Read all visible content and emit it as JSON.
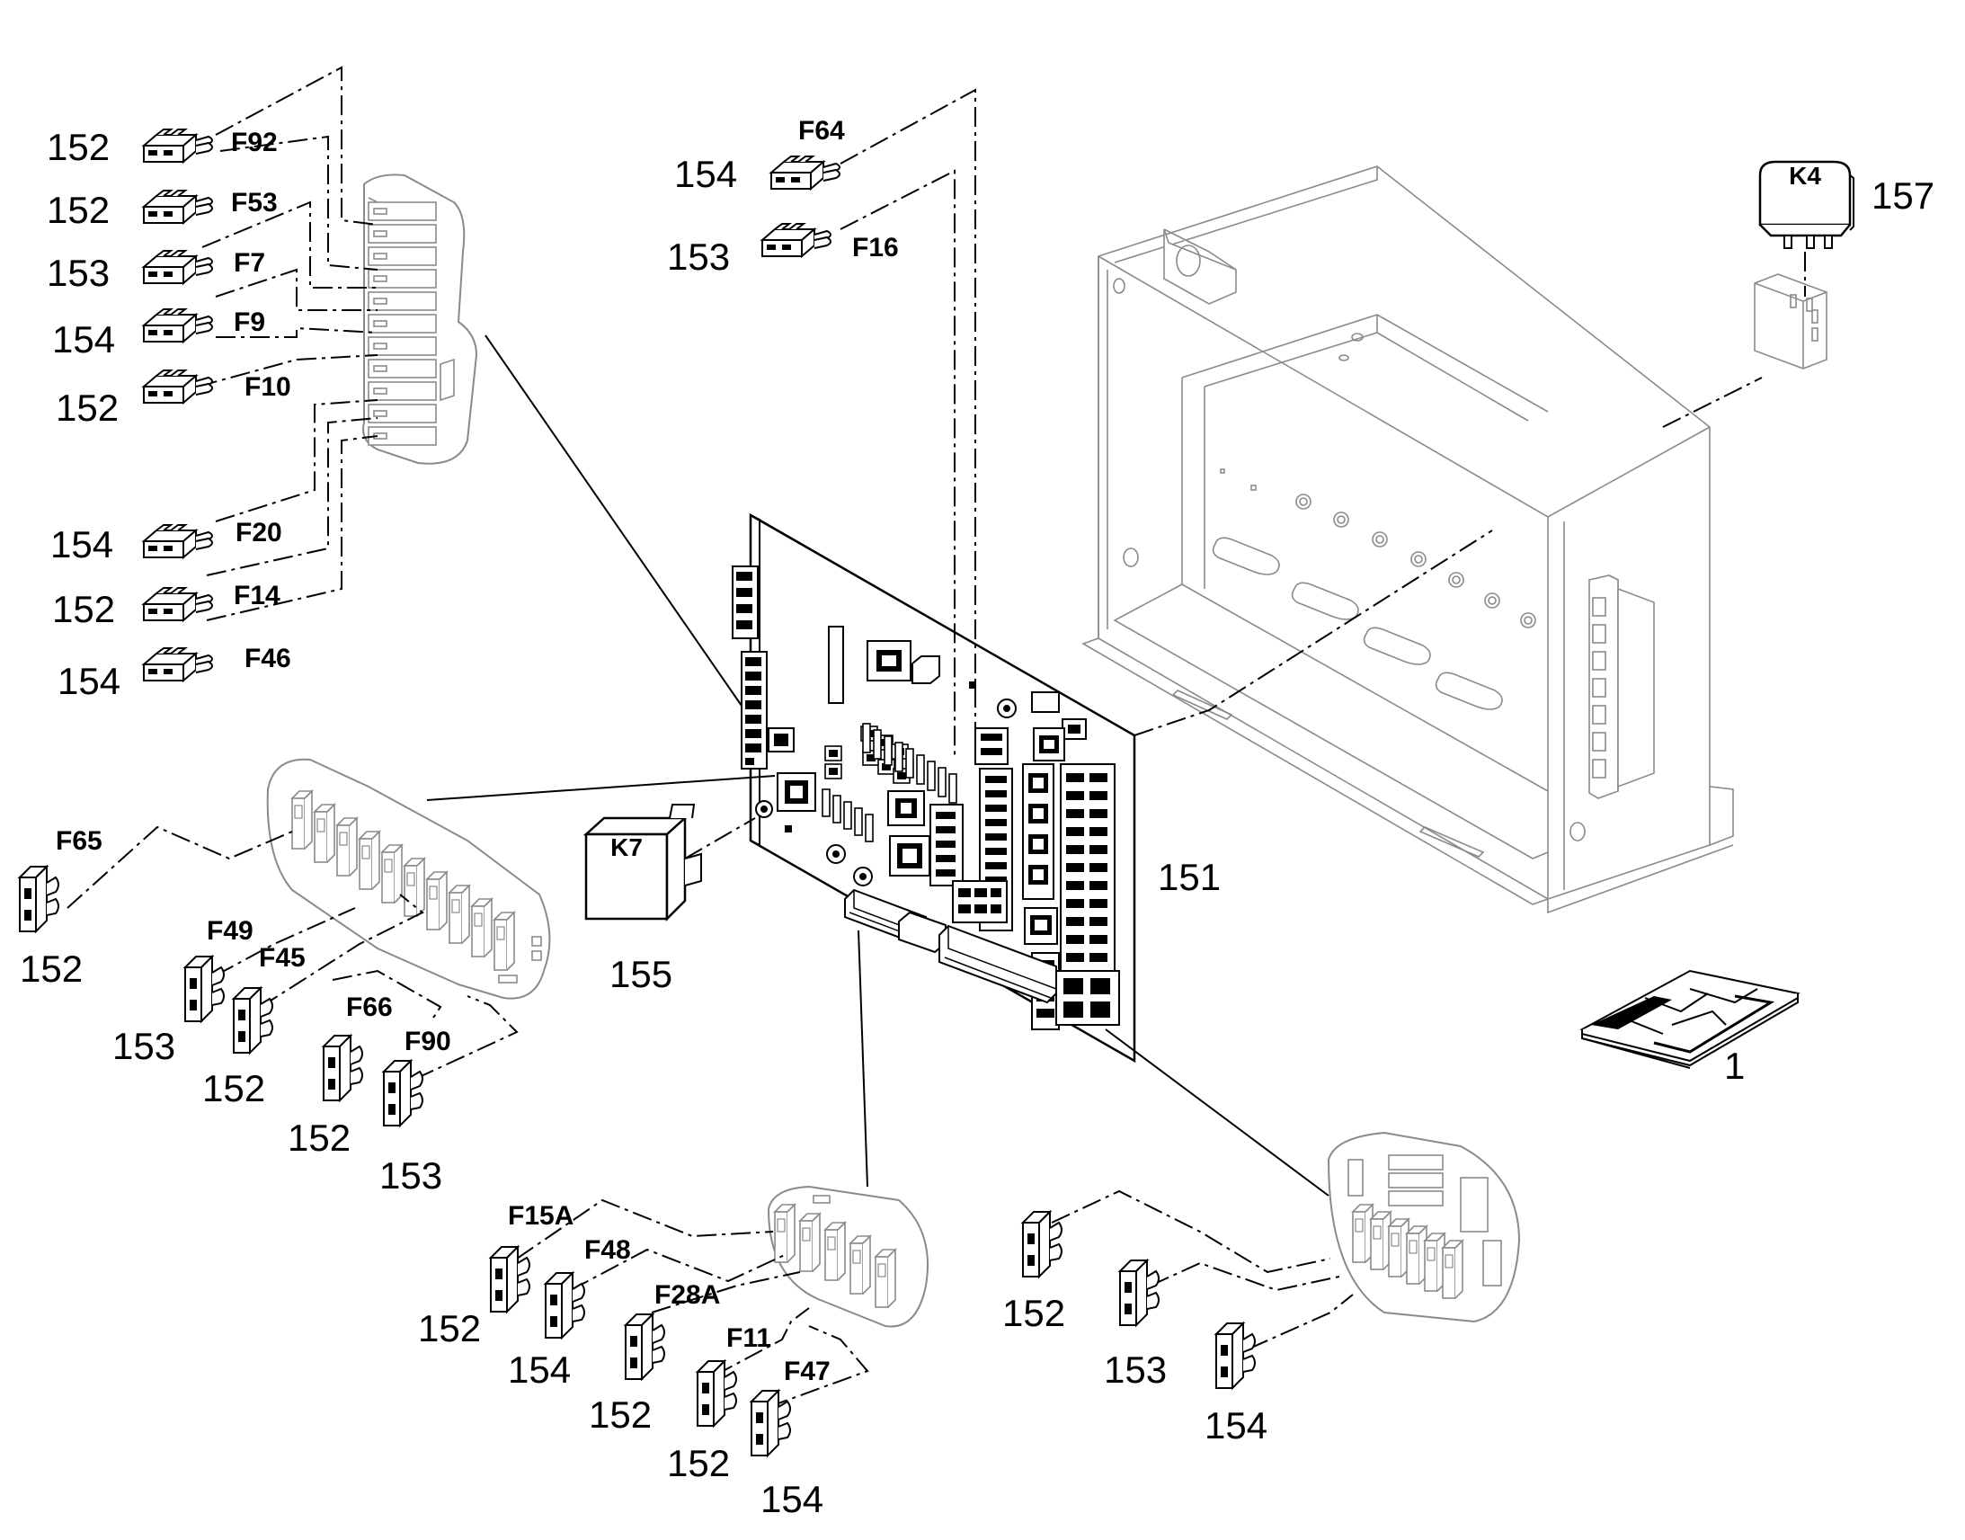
{
  "diagram": {
    "part_numbers": {
      "control_board": "151",
      "fuse_type_a": "152",
      "fuse_type_b": "153",
      "fuse_type_c": "154",
      "relay_k7": "155",
      "relay_k4": "157",
      "documentation": "1"
    },
    "relay_labels": {
      "k7": "K7",
      "k4": "K4"
    },
    "fuse_groups": {
      "top_left": [
        {
          "fuse": "F92",
          "part": "152"
        },
        {
          "fuse": "F53",
          "part": "152"
        },
        {
          "fuse": "F7",
          "part": "153"
        },
        {
          "fuse": "F9",
          "part": "154"
        },
        {
          "fuse": "F10",
          "part": "152"
        },
        {
          "fuse": "F20",
          "part": "154"
        },
        {
          "fuse": "F14",
          "part": "152"
        },
        {
          "fuse": "F46",
          "part": "154"
        }
      ],
      "top_center": [
        {
          "fuse": "F64",
          "part": "154"
        },
        {
          "fuse": "F16",
          "part": "153"
        }
      ],
      "middle_left": [
        {
          "fuse": "F65",
          "part": "152"
        },
        {
          "fuse": "F49",
          "part": "153"
        },
        {
          "fuse": "F45",
          "part": "152"
        },
        {
          "fuse": "F66",
          "part": "152"
        },
        {
          "fuse": "F90",
          "part": "153"
        }
      ],
      "bottom_center": [
        {
          "fuse": "F15A",
          "part": "152"
        },
        {
          "fuse": "F48",
          "part": "154"
        },
        {
          "fuse": "F28A",
          "part": "152"
        },
        {
          "fuse": "F11",
          "part": "152"
        },
        {
          "fuse": "F47",
          "part": "154"
        }
      ],
      "bottom_right": [
        {
          "part": "152"
        },
        {
          "part": "153"
        },
        {
          "part": "154"
        }
      ]
    }
  }
}
